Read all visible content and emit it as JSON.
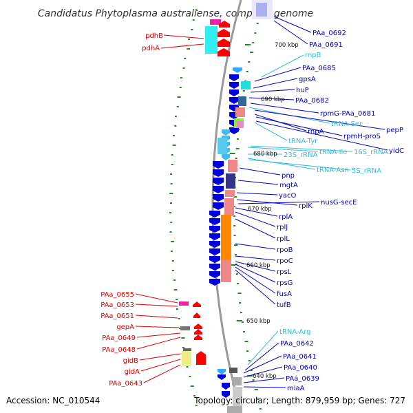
{
  "title": "Candidatus Phytoplasma australiense, complete genome",
  "footer": {
    "accession": "Accession: NC_010544",
    "topology": "Topology: circular; Length: 879,959 bp; Genes: 727"
  },
  "colors": {
    "left_label": "#dd0000",
    "right_label": "#0000bb",
    "rna_label": "#33bbdd",
    "backbone": "#888888",
    "tick": "#228822"
  },
  "kbp_marks": [
    "700 kbp",
    "690 kbp",
    "680 kbp",
    "670 kbp",
    "660 kbp",
    "650 kbp",
    "640 kbp"
  ],
  "left_labels": [
    "pdhB",
    "pdhA",
    "PAa_0655",
    "PAa_0653",
    "PAa_0651",
    "gepA",
    "PAa_0649",
    "PAa_0648",
    "gidB",
    "gidA",
    "PAa_0643"
  ],
  "right_labels": [
    {
      "text": "PAa_0692",
      "kind": "gene"
    },
    {
      "text": "PAa_0691",
      "kind": "gene"
    },
    {
      "text": "rnpB",
      "kind": "rna"
    },
    {
      "text": "PAa_0685",
      "kind": "gene"
    },
    {
      "text": "gpsA",
      "kind": "gene"
    },
    {
      "text": "huP",
      "kind": "gene"
    },
    {
      "text": "PAa_0682",
      "kind": "gene"
    },
    {
      "text": "rpmG-PAa_0681",
      "kind": "gene"
    },
    {
      "text": "tRNA-Ser",
      "kind": "rna"
    },
    {
      "text": "pepP",
      "kind": "gene"
    },
    {
      "text": "rnpA",
      "kind": "gene"
    },
    {
      "text": "rpmH-proS",
      "kind": "gene"
    },
    {
      "text": "tRNA-Tyr",
      "kind": "rna"
    },
    {
      "text": "tRNA-Ile",
      "kind": "rna"
    },
    {
      "text": "16S_rRNA",
      "kind": "rna"
    },
    {
      "text": "yidC",
      "kind": "gene"
    },
    {
      "text": "23S_rRNA",
      "kind": "rna"
    },
    {
      "text": "tRNA-Asn",
      "kind": "rna"
    },
    {
      "text": "5S_rRNA",
      "kind": "rna"
    },
    {
      "text": "pnp",
      "kind": "gene"
    },
    {
      "text": "mgtA",
      "kind": "gene"
    },
    {
      "text": "yacO",
      "kind": "gene"
    },
    {
      "text": "rplK",
      "kind": "gene"
    },
    {
      "text": "nusG-secE",
      "kind": "gene"
    },
    {
      "text": "rplA",
      "kind": "gene"
    },
    {
      "text": "rplJ",
      "kind": "gene"
    },
    {
      "text": "rplL",
      "kind": "gene"
    },
    {
      "text": "rpoB",
      "kind": "gene"
    },
    {
      "text": "rpoC",
      "kind": "gene"
    },
    {
      "text": "rpsL",
      "kind": "gene"
    },
    {
      "text": "rpsG",
      "kind": "gene"
    },
    {
      "text": "fusA",
      "kind": "gene"
    },
    {
      "text": "tufB",
      "kind": "gene"
    },
    {
      "text": "tRNA-Arg",
      "kind": "rna"
    },
    {
      "text": "PAa_0642",
      "kind": "gene"
    },
    {
      "text": "PAa_0641",
      "kind": "gene"
    },
    {
      "text": "PAa_0640",
      "kind": "gene"
    },
    {
      "text": "PAa_0639",
      "kind": "gene"
    },
    {
      "text": "miaA",
      "kind": "gene"
    }
  ]
}
